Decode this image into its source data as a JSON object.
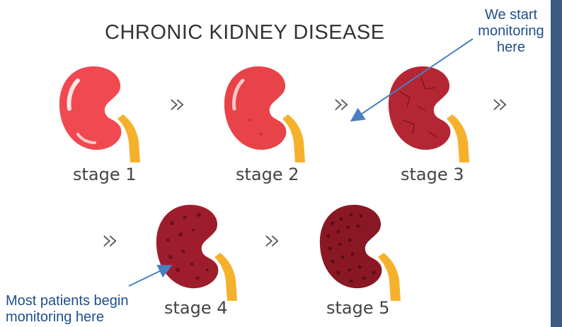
{
  "title": "CHRONIC KIDNEY DISEASE",
  "stages": [
    {
      "label": "stage 1",
      "color": "#f0494f"
    },
    {
      "label": "stage 2",
      "color": "#e84348"
    },
    {
      "label": "stage 3",
      "color": "#b52634"
    },
    {
      "label": "stage 4",
      "color": "#9e1d2c"
    },
    {
      "label": "stage 5",
      "color": "#8a1724"
    }
  ],
  "separator": "»",
  "annotations": {
    "start": [
      "We start",
      "monitoring",
      "here"
    ],
    "patients": [
      "Most patients begin",
      "monitoring here"
    ]
  },
  "colors": {
    "ureter": "#f6b12c",
    "annotation": "#1f4e8c",
    "arrow": "#4a7fc1",
    "right_bar": "#3d5a80"
  }
}
